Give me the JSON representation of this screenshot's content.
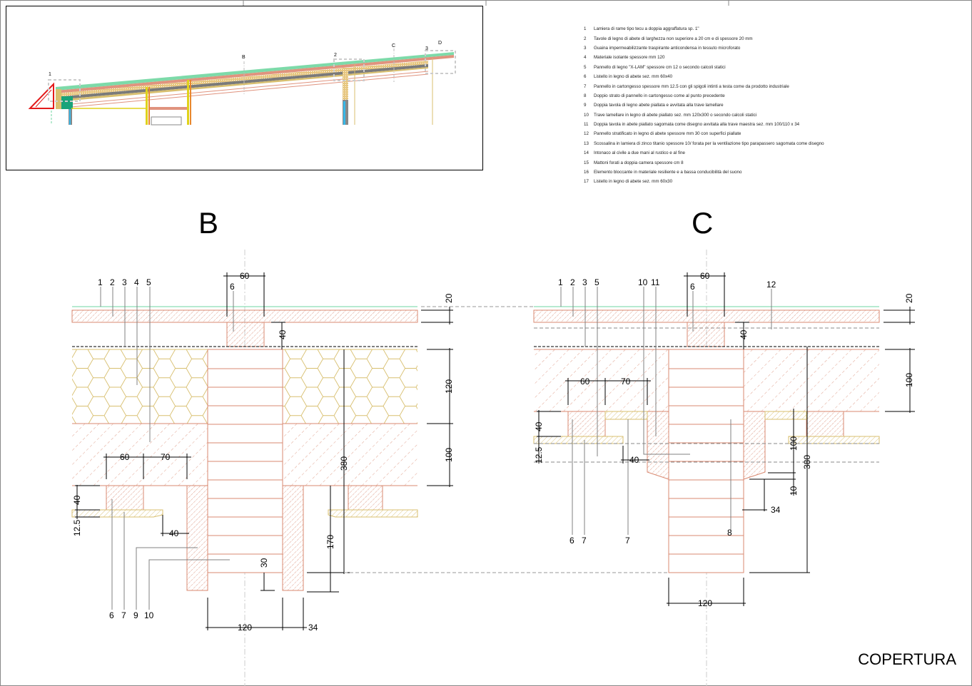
{
  "sheet": {
    "title": "COPERTURA",
    "section_labels": {
      "b": "B",
      "c": "C"
    },
    "overview_labels": [
      "1",
      "B",
      "2",
      "C",
      "3",
      "D"
    ]
  },
  "legend": [
    {
      "n": "1",
      "text": "Lamiera di rame tipo tecu a doppia aggraffatura sp. 1\""
    },
    {
      "n": "2",
      "text": "Tavole di legno di abete di larghezza non superiore a 20 cm e di spessore 20 mm"
    },
    {
      "n": "3",
      "text": "Guaina impermeabilizzante traspirante anticondensa in tessuto microforato"
    },
    {
      "n": "4",
      "text": "Materiale isolante spessore mm 120"
    },
    {
      "n": "5",
      "text": "Pannello di legno \"X-LAM\" spessore cm 12 o secondo calcoli statici"
    },
    {
      "n": "6",
      "text": "Listello in legno di abete sez. mm 60x40"
    },
    {
      "n": "7",
      "text": "Pannello in cartongesso spessore mm 12.5 con gli spigoli intinti a testa come da prodotto industriale"
    },
    {
      "n": "8",
      "text": "Doppio strato di pannello in cartongesso come al punto precedente"
    },
    {
      "n": "9",
      "text": "Doppia tavola di legno abete piallata e avvitata alla trave lamellare"
    },
    {
      "n": "10",
      "text": "Trave lamellare in legno di abete piallato sez. mm 120x300 o secondo calcoli statici"
    },
    {
      "n": "11",
      "text": "Doppia tavola in abete piallato sagomata come disegno avvitata alla trave maestra sez. mm 100/110 x 34"
    },
    {
      "n": "12",
      "text": "Pannello stratificato in legno di abete spessore mm 30 con superfici piallate"
    },
    {
      "n": "13",
      "text": "Scossalina in lamiera di zinco titanio spessore 10/ forata per la ventilazione tipo parapassero sagomata come disegno"
    },
    {
      "n": "14",
      "text": "Intonaco al civile a due mani al rustico e al fine"
    },
    {
      "n": "15",
      "text": "Mattoni forati a doppia camera spessore cm 8"
    },
    {
      "n": "16",
      "text": "Elemento bloccante in materiale resiliente e a bassa conducibilità del suono"
    },
    {
      "n": "17",
      "text": "Listello in legno di abete sez. mm 60x30"
    }
  ],
  "section_b": {
    "callouts_top": [
      "1",
      "2",
      "3",
      "4",
      "5",
      "6"
    ],
    "callouts_bottom": [
      "6",
      "7",
      "9",
      "10"
    ],
    "dims": {
      "listello_w": "60",
      "copper": "20",
      "batten_h": "40",
      "insulation": "120",
      "xlam": "100",
      "total": "380",
      "lower": "170",
      "gap": "30",
      "left_60": "60",
      "left_70": "70",
      "left_40": "40",
      "left_125": "12.5",
      "mid_40": "40",
      "beam_w": "120",
      "board_w": "34"
    }
  },
  "section_c": {
    "callouts_top": [
      "1",
      "2",
      "3",
      "5",
      "10",
      "11",
      "6",
      "12"
    ],
    "callouts_bottom": [
      "6",
      "7",
      "7",
      "8"
    ],
    "dims": {
      "listello_w": "60",
      "copper": "20",
      "batten_h": "40",
      "xlam": "100",
      "total": "380",
      "inner": "100",
      "ten": "10",
      "board_w": "34",
      "left_60": "60",
      "left_70": "70",
      "left_40": "40",
      "left_125": "12.5",
      "mid_40": "40",
      "beam_w": "120"
    }
  },
  "colors": {
    "wood": "#d98a72",
    "copper": "#6fd6a0",
    "insulation": "#d8bf6f",
    "gypsum": "#d8bf6f",
    "dim": "#000000",
    "leader": "#808080"
  }
}
